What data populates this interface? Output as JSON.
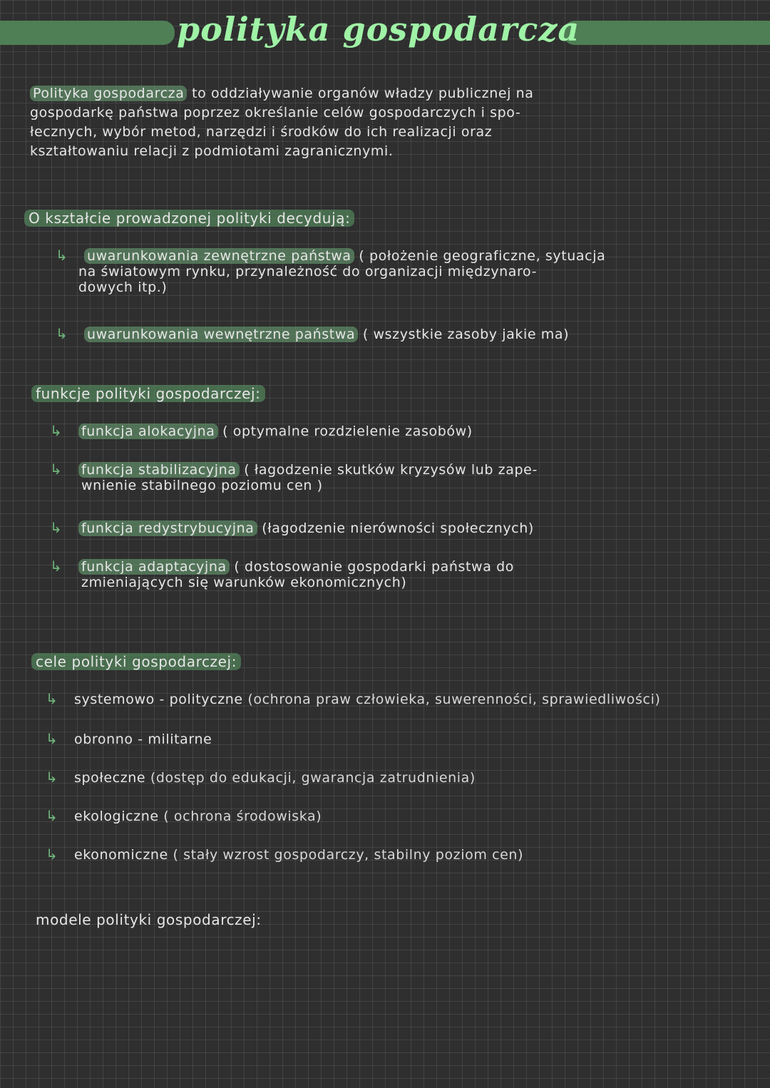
{
  "title": "polityka gospodarcza",
  "intro": {
    "term": "Polityka gospodarcza",
    "lines": [
      "to oddziaływanie organów władzy publicznej na",
      "gospodarkę państwa poprzez określanie celów gospodarczych i spo-",
      "łecznych, wybór metod, narzędzi i środków do ich realizacji oraz",
      "kształtowaniu relacji z podmiotami zagranicznymi."
    ]
  },
  "shape": {
    "heading": "O kształcie prowadzonej polityki decydują:",
    "items": [
      {
        "label": "uwarunkowania zewnętrzne państwa",
        "rest": "( położenie geograficzne, sytuacja",
        "cont": [
          "na światowym rynku, przynależność do organizacji międzynaro-",
          "dowych itp.)"
        ]
      },
      {
        "label": "uwarunkowania wewnętrzne państwa",
        "rest": "( wszystkie zasoby jakie ma)",
        "cont": []
      }
    ]
  },
  "functions": {
    "heading": "funkcje polityki gospodarczej:",
    "items": [
      {
        "label": "funkcja alokacyjna",
        "rest": "( optymalne rozdzielenie zasobów)",
        "cont": []
      },
      {
        "label": "funkcja stabilizacyjna",
        "rest": "( łagodzenie skutków kryzysów lub zape-",
        "cont": [
          "wnienie stabilnego poziomu cen )"
        ]
      },
      {
        "label": "funkcja redystrybucyjna",
        "rest": "(łagodzenie nierówności społecznych)",
        "cont": []
      },
      {
        "label": "funkcja adaptacyjna",
        "rest": "( dostosowanie gospodarki państwa do",
        "cont": [
          "zmieniających się warunków ekonomicznych)"
        ]
      }
    ]
  },
  "goals": {
    "heading": "cele polityki gospodarczej:",
    "items": [
      {
        "label": "systemowo - polityczne",
        "rest": "(ochrona praw człowieka, suwerenności, sprawiedliwości)"
      },
      {
        "label": "obronno - militarne",
        "rest": ""
      },
      {
        "label": "społeczne",
        "rest": "(dostęp do edukacji, gwarancja zatrudnienia)"
      },
      {
        "label": "ekologiczne",
        "rest": "( ochrona środowiska)"
      },
      {
        "label": "ekonomiczne",
        "rest": "( stały wzrost gospodarczy, stabilny poziom cen)"
      }
    ]
  },
  "models": {
    "heading": "modele polityki gospodarczej:"
  },
  "colors": {
    "accent": "#9ff2a6",
    "highlight": "#5b9463",
    "arrow": "#6fb47a",
    "background": "#2f2f2f"
  }
}
